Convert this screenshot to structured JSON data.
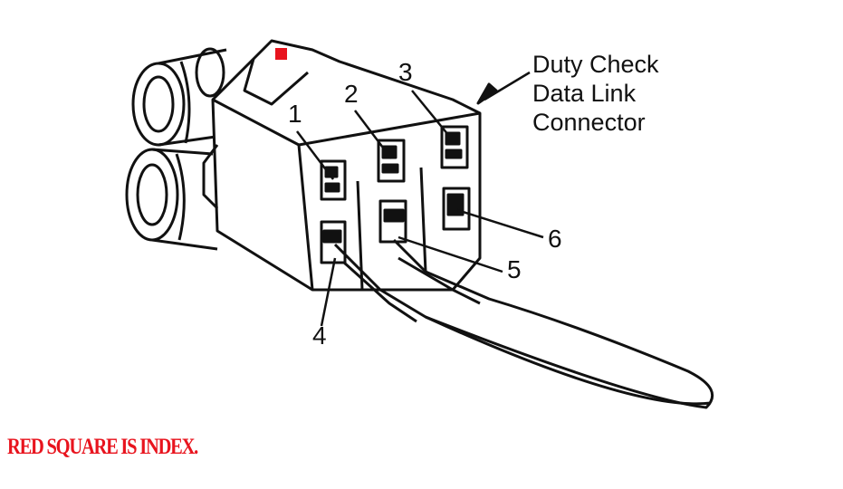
{
  "callout": {
    "lines": [
      "Duty Check",
      "Data Link",
      "Connector"
    ]
  },
  "pin_numbers": [
    "1",
    "2",
    "3",
    "4",
    "5",
    "6"
  ],
  "note": "RED SQUARE IS INDEX.",
  "colors": {
    "index_marker": "#e8141e",
    "note_text": "#e8141e",
    "line": "#111111"
  }
}
